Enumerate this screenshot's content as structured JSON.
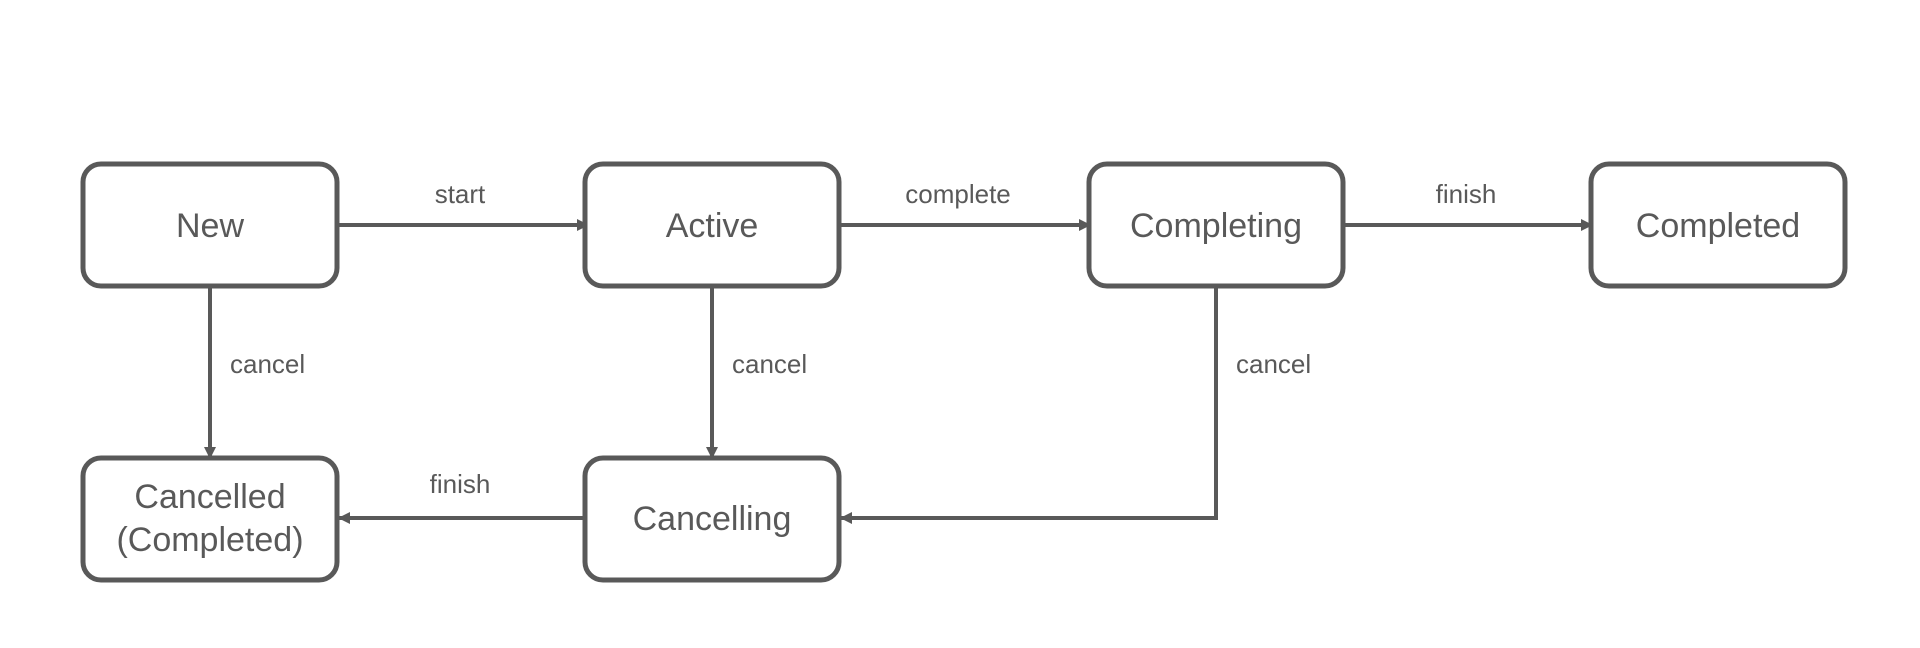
{
  "nodes": {
    "new": "New",
    "active": "Active",
    "completing": "Completing",
    "completed": "Completed",
    "cancelled": [
      "Cancelled",
      "(Completed)"
    ],
    "cancelling": "Cancelling"
  },
  "edges": {
    "new_active": "start",
    "active_completing": "complete",
    "completing_completed": "finish",
    "new_cancelled": "cancel",
    "active_cancelling": "cancel",
    "completing_cancelling": "cancel",
    "cancelling_cancelled": "finish"
  },
  "colors": {
    "stroke": "#595959",
    "text": "#595959",
    "background": "#ffffff"
  }
}
